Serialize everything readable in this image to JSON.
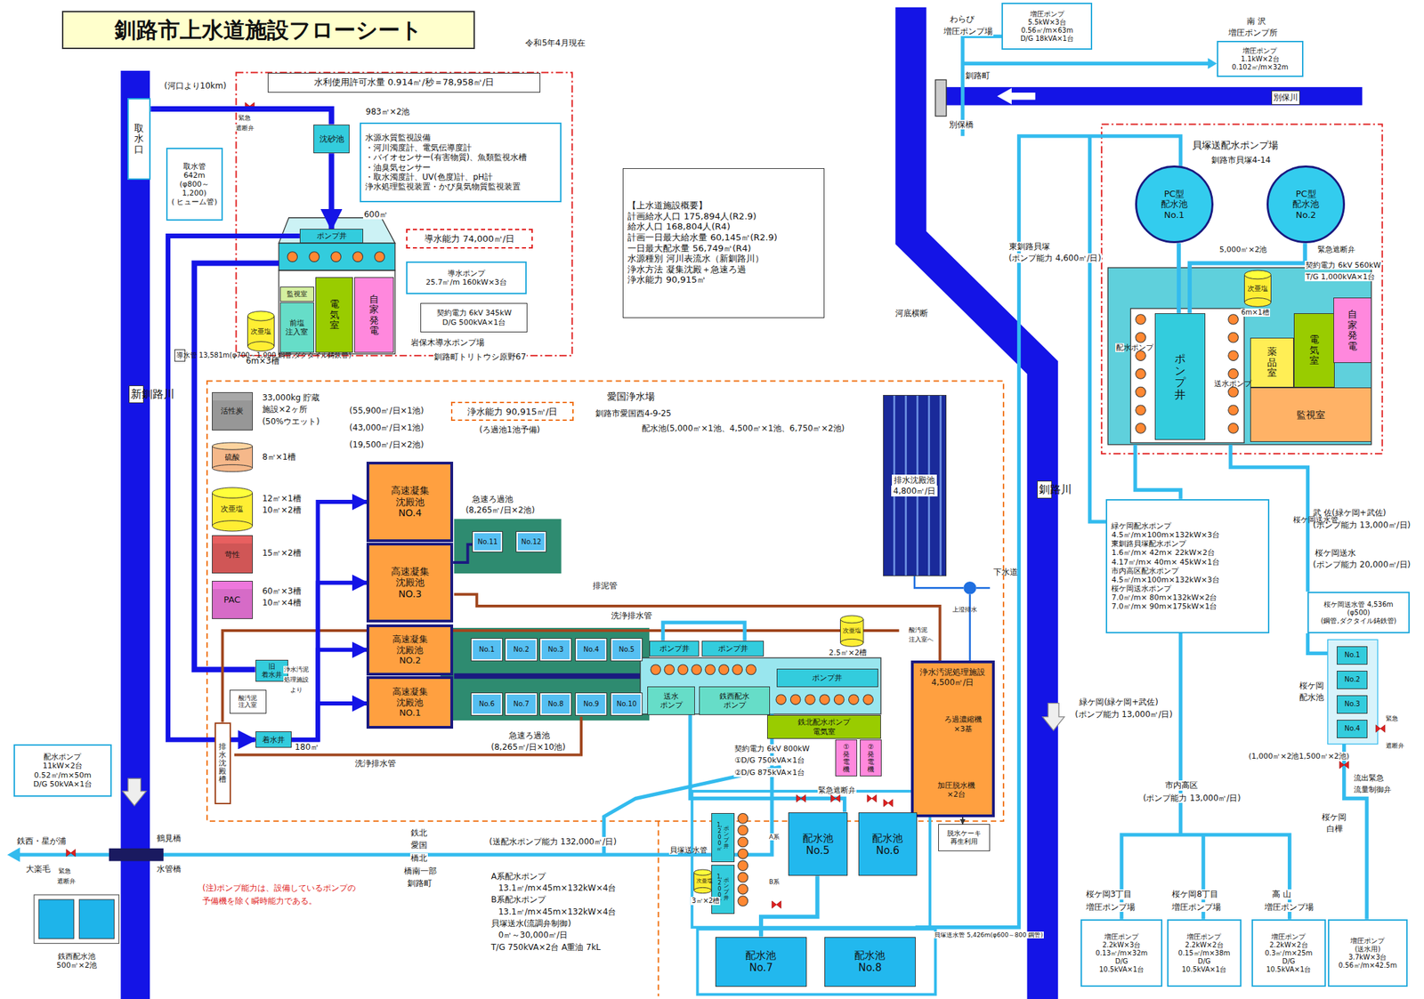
{
  "diagram": {
    "title": "釧路市上水道施設フローシート",
    "nodes": [
      {
        "text": [
          "取水口"
        ]
      },
      {
        "text": [
          "取水管",
          "642m",
          "(φ800～",
          "1,200)",
          "( ヒューム管)"
        ]
      },
      {
        "text": [
          "水利使用許可水量 0.914㎥/秒＝78,958㎥/日"
        ]
      },
      {
        "text": [
          "沈砂池"
        ]
      },
      {
        "text": [
          "水源水質監視設備",
          "・河川濁度計、電気伝導度計",
          "・バイオセンサー(有害物質)、魚類監視水槽",
          "・油臭気センサー",
          "・取水濁度計、UV(色度)計、pH計",
          "浄水処理監視装置・かび臭気物質監視装置"
        ]
      },
      {
        "text": [
          "ポンプ井"
        ]
      },
      {
        "text": [
          "監視室"
        ]
      },
      {
        "text": [
          "前塩",
          "注入室"
        ]
      },
      {
        "text": [
          "電気室"
        ]
      },
      {
        "text": [
          "自家発電"
        ]
      },
      {
        "text": [
          "次亜塩"
        ]
      },
      {
        "text": [
          "導水能力 74,000㎥/日"
        ]
      },
      {
        "text": [
          "導水ポンプ",
          "25.7㎥/m 160kW×3台"
        ]
      },
      {
        "text": [
          "契約電力 6kV 345kW",
          "D/G 500kVA×1台"
        ]
      },
      {
        "text": [
          "活性炭"
        ]
      },
      {
        "text": [
          "硫酸"
        ]
      },
      {
        "text": [
          "次亜塩"
        ]
      },
      {
        "text": [
          "苛性"
        ]
      },
      {
        "text": [
          "PAC"
        ]
      },
      {
        "text": [
          "高速凝集",
          "沈殿池",
          "NO.4"
        ]
      },
      {
        "text": [
          "高速凝集",
          "沈殿池",
          "NO.3"
        ]
      },
      {
        "text": [
          "高速凝集",
          "沈殿池",
          "NO.2"
        ]
      },
      {
        "text": [
          "高速凝集",
          "沈殿池",
          "NO.1"
        ]
      },
      {
        "text": [
          "No.11"
        ]
      },
      {
        "text": [
          "No.12"
        ]
      },
      {
        "text": [
          "No.1"
        ]
      },
      {
        "text": [
          "No.2"
        ]
      },
      {
        "text": [
          "No.3"
        ]
      },
      {
        "text": [
          "No.4"
        ]
      },
      {
        "text": [
          "No.5"
        ]
      },
      {
        "text": [
          "No.6"
        ]
      },
      {
        "text": [
          "No.7"
        ]
      },
      {
        "text": [
          "No.8"
        ]
      },
      {
        "text": [
          "No.9"
        ]
      },
      {
        "text": [
          "No.10"
        ]
      },
      {
        "text": [
          "旧",
          "着水井"
        ]
      },
      {
        "text": [
          "酸汚泥",
          "注入室"
        ]
      },
      {
        "text": [
          "着水井"
        ]
      },
      {
        "text": [
          "排水沈殿槽"
        ]
      },
      {
        "text": [
          "ポンプ井"
        ]
      },
      {
        "text": [
          "ポンプ井"
        ]
      },
      {
        "text": [
          "送水",
          "ポンプ"
        ]
      },
      {
        "text": [
          "鉄西配水",
          "ポンプ"
        ]
      },
      {
        "text": [
          "ポンプ井"
        ]
      },
      {
        "text": [
          "鉄北配水ポンプ",
          "電気室"
        ]
      },
      {
        "text": [
          "①発電機"
        ]
      },
      {
        "text": [
          "②発電機"
        ]
      },
      {
        "text": [
          "次亜塩"
        ]
      },
      {
        "text": [
          "排水沈殿池",
          "4,800㎥/日"
        ]
      },
      {
        "text": [
          "浄水汚泥処理施設",
          "4,500㎥/日"
        ]
      },
      {
        "text": [
          "ろ過濃縮機",
          "×3基"
        ],
        "in": 49
      },
      {
        "text": [
          "加圧脱水機",
          "×2台"
        ],
        "in": 49
      },
      {
        "text": [
          "脱水ケーキ",
          "再生利用"
        ]
      },
      {
        "text": [
          "配水池",
          "No.5"
        ]
      },
      {
        "text": [
          "配水池",
          "No.6"
        ]
      },
      {
        "text": [
          "配水池",
          "No.7"
        ]
      },
      {
        "text": [
          "配水池",
          "No.8"
        ]
      },
      {
        "text": [
          "1,200㎥",
          "ポンプ井"
        ]
      },
      {
        "text": [
          "1,200㎥",
          "ポンプ井"
        ]
      },
      {
        "text": [
          "次亜塩"
        ]
      },
      {
        "text": [
          "鉄西配水池",
          "500㎥×2池"
        ]
      },
      {
        "text": [
          "配水ポンプ",
          "11kW×2台",
          "0.52㎥/m×50m",
          "D/G 50kVA×1台"
        ]
      },
      {
        "text": [
          "【上水道施設概要】",
          "計画給水人口 175,894人(R2.9)",
          "給水人口 168,804人(R4)",
          "計画一日最大給水量 60,145㎥(R2.9)",
          "一日最大配水量 56,749㎥(R4)",
          "水源種別 河川表流水（新釧路川）",
          "浄水方法 凝集沈殿＋急速ろ過",
          "浄水能力 90,915㎥"
        ]
      },
      {
        "text": [
          "浄水能力 90,915㎥/日"
        ]
      },
      {
        "text": [
          "PC型",
          "配水池",
          "No.1"
        ]
      },
      {
        "text": [
          "PC型",
          "配水池",
          "No.2"
        ]
      },
      {
        "text": [
          "ポンプ井"
        ]
      },
      {
        "text": [
          "次亜塩"
        ]
      },
      {
        "text": [
          "電気室"
        ]
      },
      {
        "text": [
          "自家発電"
        ]
      },
      {
        "text": [
          "薬品室"
        ]
      },
      {
        "text": [
          "監視室"
        ]
      },
      {
        "text": [
          "緑ケ岡配水ポンプ",
          "4.5㎥/m×100m×132kW×3台",
          "東釧路貝塚配水ポンプ",
          "1.6㎥/m× 42m× 22kW×2台",
          "4.17㎥/m× 40m× 45kW×1台",
          "市内高区配水ポンプ",
          "4.5㎥/m×100m×132kW×3台",
          "桜ケ岡送水ポンプ",
          "7.0㎥/m× 80m×132kW×2台",
          "7.0㎥/m× 90m×175kW×1台"
        ]
      },
      {
        "text": [
          "桜ケ岡送水管 4,536m",
          "(φ500)",
          "(鋼管,ダクタイル鋳鉄管)"
        ]
      },
      {
        "text": [
          "No.1"
        ]
      },
      {
        "text": [
          "No.2"
        ]
      },
      {
        "text": [
          "No.3"
        ]
      },
      {
        "text": [
          "No.4"
        ]
      },
      {
        "text": [
          "増圧ポンプ",
          "5.5kW×3台",
          "0.56㎥/m×63m",
          "D/G 18kVA×1台"
        ]
      },
      {
        "text": [
          "増圧ポンプ",
          "1.1kW×2台",
          "0.102㎥/m×32m"
        ]
      },
      {
        "text": [
          "増圧ポンプ",
          "2.2kW×3台",
          "0.13㎥/m×32m",
          "D/G",
          "10.5kVA×1台"
        ]
      },
      {
        "text": [
          "増圧ポンプ",
          "2.2kW×2台",
          "0.15㎥/m×38m",
          "D/G",
          "10.5kVA×1台"
        ]
      },
      {
        "text": [
          "増圧ポンプ",
          "2.2kW×2台",
          "0.3㎥/m×25m",
          "D/G",
          "10.5kVA×1台"
        ]
      },
      {
        "text": [
          "増圧ポンプ",
          "(送水用)",
          "3.7kW×3台",
          "0.56㎥/m×42.5m"
        ]
      }
    ],
    "edges": [
      {
        "from": 0,
        "to": 3,
        "arrow": "none"
      },
      {
        "from": 3,
        "to": 5,
        "arrow": "to"
      },
      {
        "from": 5,
        "to": 37,
        "arrow": "to"
      },
      {
        "from": 37,
        "to": 22,
        "arrow": "to"
      },
      {
        "from": 37,
        "to": 21,
        "arrow": "to"
      },
      {
        "from": 37,
        "to": 20,
        "arrow": "to"
      },
      {
        "from": 37,
        "to": 19,
        "arrow": "to"
      },
      {
        "from": 49,
        "to": 52,
        "arrow": "to"
      },
      {
        "from": 64,
        "to": 66,
        "arrow": "none"
      },
      {
        "from": 65,
        "to": 66,
        "arrow": "none"
      },
      {
        "from": 53,
        "to": 55,
        "arrow": "none"
      }
    ],
    "labels": [
      "令和5年4月現在",
      "(河口より10km)",
      "緊急",
      "遮断弁",
      "983㎥×2池",
      "600㎥",
      "6m×3槽",
      "岩保木導水ポンプ場",
      "釧路町トリトウシ原野67",
      "新釧路川",
      "導水管 13,581m(φ700～1,000 鋼管,ダクタイル鋳鉄管)",
      "33,000kg 貯蔵",
      "施設×2ヶ所",
      "(50%ウエット)",
      "8㎥×1槽",
      "12㎥×1槽",
      "10㎥×2槽",
      "15㎥×2槽",
      "60㎥×3槽",
      "10㎥×4槽",
      "(55,900㎥/日×1池)",
      "(43,000㎥/日×1池)",
      "(19,500㎥/日×2池)",
      "(ろ過池1池予備)",
      "愛国浄水場",
      "釧路市愛国西4-9-25",
      "配水池(5,000㎥×1池、4,500㎥×1池、6,750㎥×2池)",
      "急速ろ過池",
      "(8,265㎥/日×2池)",
      "排泥管",
      "洗浄排水管",
      "浄水汚泥",
      "処理施設",
      "より",
      "急速ろ過池",
      "(8,265㎥/日×10池)",
      "180㎥",
      "洗浄排水管",
      "2.5㎥×2槽",
      "契約電力 6kV 800kW",
      "①D/G 750kVA×1台",
      "②D/G 875kVA×1台",
      "緊急遮断弁",
      "下水道",
      "上澄排水",
      "酸汚泥",
      "注入室へ",
      "(送配水ポンプ能力 132,000㎥/日)",
      "A系配水ポンプ",
      "13.1㎥/m×45m×132kW×4台",
      "B系配水ポンプ",
      "13.1㎥/m×45m×132kW×4台",
      "貝塚送水(流調弁制御)",
      "0㎥～30,000㎥/日",
      "T/G 750kVA×2台 A重油 7kL",
      "(注)ポンプ能力は、設備しているポンプの",
      "予備機を除く瞬時能力である。",
      "鉄北",
      "愛国",
      "橋北",
      "橋南一部",
      "釧路町",
      "鉄西・星が浦",
      "鶴見橋",
      "水管橋",
      "大楽毛",
      "緊急",
      "遮断弁",
      "貝塚送水管",
      "3㎥×2槽",
      "貝塚送水管 5,426m(φ600～800 鋼管)",
      "A系",
      "B系",
      "わらび",
      "増圧ポンプ場",
      "南 沢",
      "増圧ポンプ所",
      "釧路町",
      "別保川",
      "別保橋",
      "貝塚送配水ポンプ場",
      "釧路市貝塚4-14",
      "5,000㎥×2池",
      "緊急遮断弁",
      "契約電力 6kV 560kW",
      "T/G 1,000kVA×1台",
      "6m×1槽",
      "配水ポンプ",
      "送水ポンプ",
      "東釧路貝塚",
      "(ポンプ能力 4,600㎥/日)",
      "河底横断",
      "釧路川",
      "武 佐(緑ケ岡+武佐)",
      "(ポンプ能力 13,000㎥/日)",
      "桜ケ岡送水",
      "(ポンプ能力 20,000㎥/日)",
      "桜ケ岡送水管",
      "桜ケ岡",
      "配水池",
      "緊急",
      "遮断弁",
      "(1,000㎥×2池1,500㎥×2池)",
      "流出緊急",
      "流量制御弁",
      "桜ケ岡",
      "白樺",
      "緑ケ岡(緑ケ岡+武佐)",
      "(ポンプ能力 13,000㎥/日)",
      "市内高区",
      "(ポンプ能力 13,000㎥/日)",
      "桜ケ岡3丁目",
      "増圧ポンプ場",
      "桜ケ岡8丁目",
      "増圧ポンプ場",
      "高 山",
      "増圧ポンプ場"
    ]
  }
}
